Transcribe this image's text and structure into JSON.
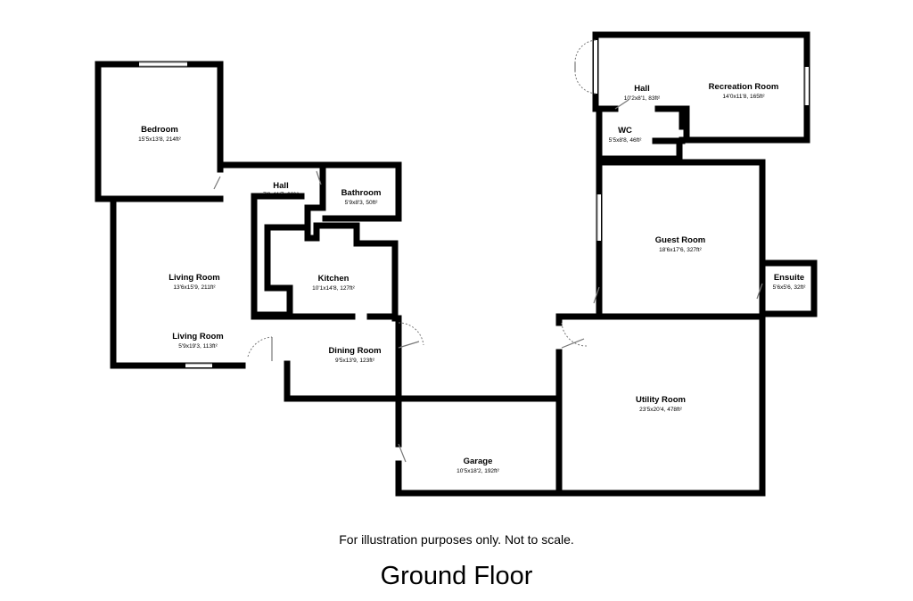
{
  "rooms": [
    {
      "name": "Bedroom",
      "dims": "15'5x13'8, 214ft²"
    },
    {
      "name": "Hall",
      "dims": "7'0x11'7, 66ft²"
    },
    {
      "name": "Bathroom",
      "dims": "5'9x8'3, 50ft²"
    },
    {
      "name": "Living Room",
      "dims": "13'6x15'9, 211ft²"
    },
    {
      "name": "Kitchen",
      "dims": "10'1x14'8, 127ft²"
    },
    {
      "name": "Living Room",
      "dims": "5'9x19'3, 113ft²"
    },
    {
      "name": "Dining Room",
      "dims": "9'5x13'9, 123ft²"
    },
    {
      "name": "Garage",
      "dims": "10'5x18'2, 192ft²"
    },
    {
      "name": "Hall",
      "dims": "10'2x8'1, 83ft²"
    },
    {
      "name": "Recreation Room",
      "dims": "14'0x11'8, 165ft²"
    },
    {
      "name": "WC",
      "dims": "5'5x8'8, 46ft²"
    },
    {
      "name": "Guest Room",
      "dims": "18'6x17'6, 327ft²"
    },
    {
      "name": "Ensuite",
      "dims": "5'6x5'6, 32ft²"
    },
    {
      "name": "Utility Room",
      "dims": "23'5x20'4, 478ft²"
    }
  ],
  "disclaimer": "For illustration purposes only. Not to scale.",
  "floor_title": "Ground Floor"
}
